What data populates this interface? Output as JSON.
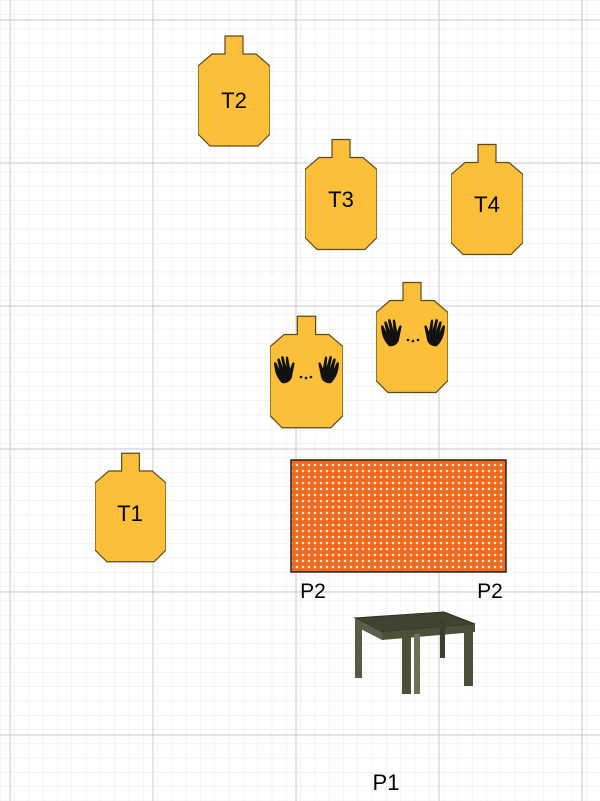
{
  "targets": [
    {
      "label": "T1"
    },
    {
      "label": "T2"
    },
    {
      "label": "T3"
    },
    {
      "label": "T4"
    },
    {
      "label": ""
    },
    {
      "label": ""
    }
  ],
  "positions": {
    "p2_left": "P2",
    "p2_right": "P2",
    "p1": "P1"
  },
  "colors": {
    "target_fill": "#fbbf3a",
    "target_stroke": "#5a4a1e",
    "fault_zone": "#f06a1e",
    "grid_minor": "#e6e6e6",
    "grid_major": "#c8c8c8",
    "table": "#4a4f38"
  },
  "icons": {
    "no_shoot_marker": "hands-icon",
    "table": "table-icon",
    "fault_line": "fault-zone-icon"
  }
}
